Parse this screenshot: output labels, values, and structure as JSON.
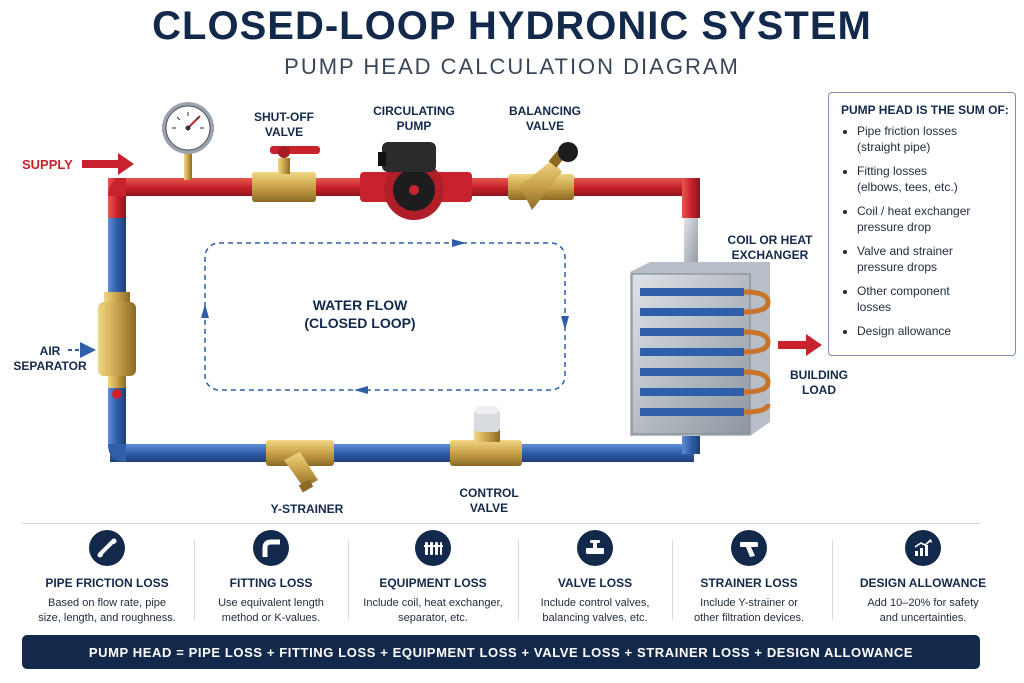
{
  "title": "CLOSED-LOOP HYDRONIC SYSTEM",
  "subtitle": "PUMP HEAD CALCULATION DIAGRAM",
  "supply": "SUPPLY",
  "labels": {
    "shutoff": [
      "SHUT-OFF",
      "VALVE"
    ],
    "pump": [
      "CIRCULATING",
      "PUMP"
    ],
    "balancing": [
      "BALANCING",
      "VALVE"
    ],
    "coil": [
      "COIL OR HEAT",
      "EXCHANGER"
    ],
    "building": [
      "BUILDING",
      "LOAD"
    ],
    "air": [
      "AIR",
      "SEPARATOR"
    ],
    "strainer": "Y-STRAINER",
    "control": [
      "CONTROL",
      "VALVE"
    ]
  },
  "flow": [
    "WATER FLOW",
    "(CLOSED LOOP)"
  ],
  "sum_title": "PUMP HEAD IS THE SUM OF:",
  "sum_items": [
    [
      "Pipe friction losses",
      "(straight pipe)"
    ],
    [
      "Fitting losses",
      "(elbows, tees, etc.)"
    ],
    [
      "Coil / heat exchanger",
      "pressure drop"
    ],
    [
      "Valve and strainer",
      "pressure drops"
    ],
    [
      "Other component",
      "losses"
    ],
    [
      "Design allowance"
    ]
  ],
  "cards": [
    {
      "icon": "pipe-icon",
      "title": "PIPE FRICTION LOSS",
      "desc": [
        "Based on flow rate, pipe",
        "size, length, and roughness."
      ]
    },
    {
      "icon": "elbow-fitting-icon",
      "title": "FITTING LOSS",
      "desc": [
        "Use equivalent length",
        "method or K-values."
      ]
    },
    {
      "icon": "radiator-icon",
      "title": "EQUIPMENT LOSS",
      "desc": [
        "Include coil, heat exchanger,",
        "separator, etc."
      ]
    },
    {
      "icon": "valve-icon",
      "title": "VALVE LOSS",
      "desc": [
        "Include control valves,",
        "balancing valves, etc."
      ]
    },
    {
      "icon": "strainer-icon",
      "title": "STRAINER LOSS",
      "desc": [
        "Include Y-strainer or",
        "other filtration devices."
      ]
    },
    {
      "icon": "growth-chart-icon",
      "title": "DESIGN ALLOWANCE",
      "desc": [
        "Add 10–20% for safety",
        "and uncertainties."
      ]
    }
  ],
  "formula": "PUMP HEAD = PIPE LOSS + FITTING LOSS + EQUIPMENT LOSS + VALVE LOSS + STRAINER LOSS + DESIGN ALLOWANCE",
  "colors": {
    "navy": "#13294b",
    "supply_red": "#c8232c",
    "return_blue": "#2f5fa8",
    "brass": "#c9a24a"
  }
}
